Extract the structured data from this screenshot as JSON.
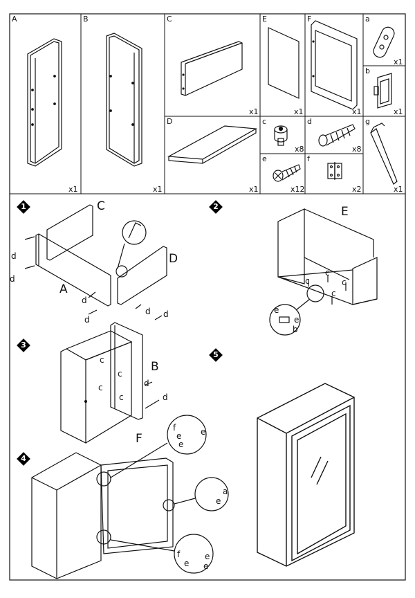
{
  "parts": [
    {
      "id": "A",
      "qty": "x1"
    },
    {
      "id": "B",
      "qty": "x1"
    },
    {
      "id": "C",
      "qty": "x1"
    },
    {
      "id": "E",
      "qty": "x1"
    },
    {
      "id": "F",
      "qty": "x1"
    },
    {
      "id": "a",
      "qty": "x1"
    },
    {
      "id": "b",
      "qty": "x1"
    },
    {
      "id": "D",
      "qty": "x1"
    },
    {
      "id": "c",
      "qty": "x8"
    },
    {
      "id": "d",
      "qty": "x8"
    },
    {
      "id": "g",
      "qty": "x1"
    },
    {
      "id": "e",
      "qty": "x12"
    },
    {
      "id": "f",
      "qty": "x2"
    }
  ],
  "steps": [
    "1",
    "2",
    "3",
    "4",
    "5"
  ],
  "callouts": {
    "s1": {
      "C": "C",
      "D": "D",
      "A": "A",
      "d": "d"
    },
    "s2": {
      "E": "E",
      "c": "c",
      "e": "e",
      "b": "b"
    },
    "s3": {
      "B": "B",
      "c": "c",
      "d": "d"
    },
    "s4": {
      "F": "F",
      "f": "f",
      "e": "e",
      "a": "a"
    }
  }
}
